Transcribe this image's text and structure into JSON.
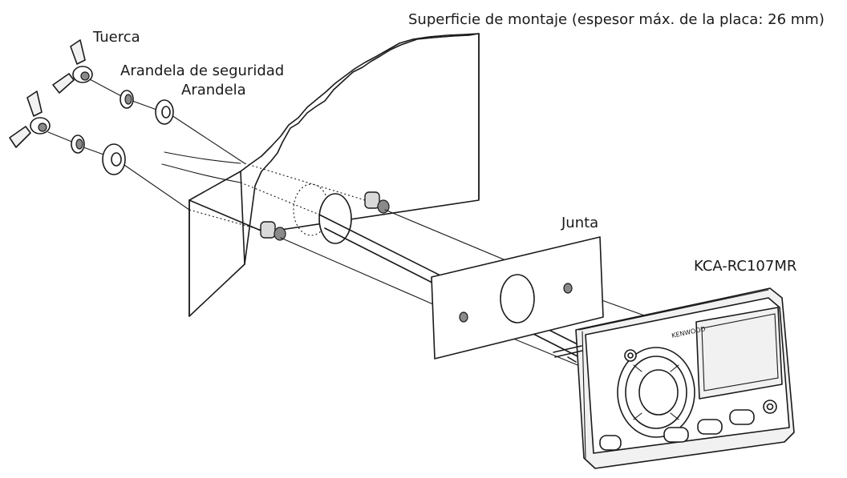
{
  "labels": {
    "surface": "Superficie de montaje (espesor máx. de la placa: 26 mm)",
    "nut": "Tuerca",
    "lock_washer": "Arandela de seguridad",
    "washer": "Arandela",
    "gasket": "Junta",
    "model": "KCA-RC107MR"
  },
  "device": {
    "brand": "KENWOOD"
  }
}
